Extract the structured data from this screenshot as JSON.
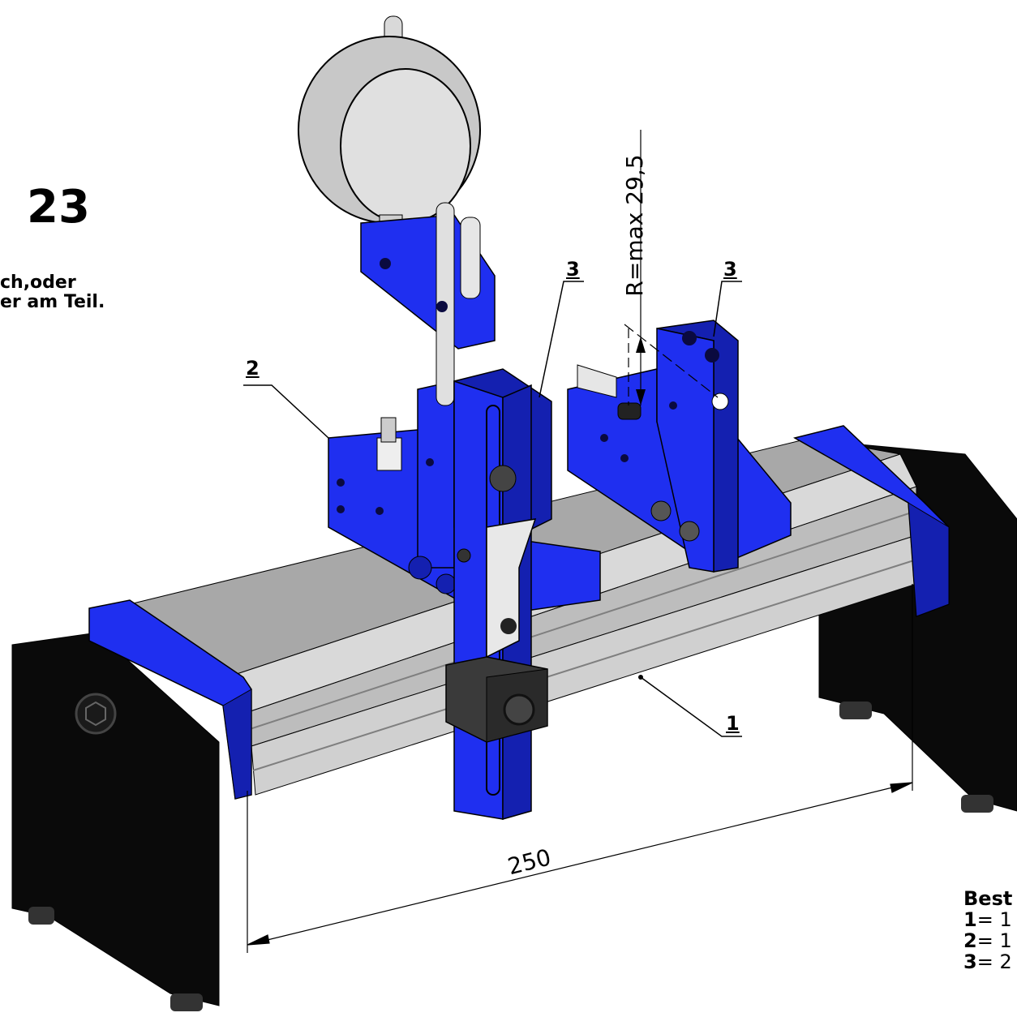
{
  "figure_number": "23",
  "note": {
    "line1": "ch,oder",
    "line2": "er am Teil."
  },
  "callouts": {
    "c1": "1",
    "c2": "2",
    "c3a": "3",
    "c3b": "3"
  },
  "dimensions": {
    "length": "250",
    "radius": "R=max 29,5"
  },
  "legend": {
    "title": "Best",
    "items": [
      {
        "num": "1",
        "text": "= 1"
      },
      {
        "num": "2",
        "text": "= 1"
      },
      {
        "num": "3",
        "text": "= 2"
      }
    ]
  },
  "colors": {
    "blue": "#1f2ff0",
    "blue_dark": "#1420b0",
    "black": "#0a0a0a",
    "rail_light": "#d9d9d9",
    "rail_mid": "#a8a8a8",
    "rail_dark": "#7f7f7f"
  }
}
